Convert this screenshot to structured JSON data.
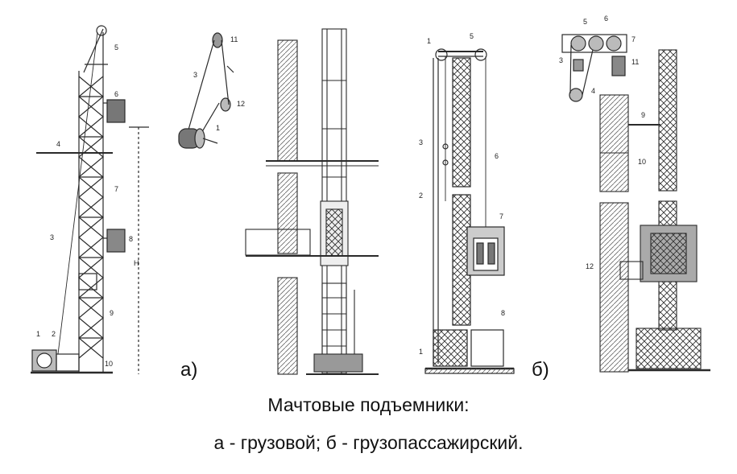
{
  "caption": {
    "line1": "Мачтовые подъемники:",
    "line2": "а - грузовой; б - грузопассажирский."
  },
  "panels": {
    "a": {
      "label": "а)"
    },
    "b": {
      "label": "б)"
    }
  },
  "callouts": {
    "a_main": [
      "1",
      "2",
      "3",
      "4",
      "5",
      "6",
      "7",
      "8",
      "9",
      "10"
    ],
    "a_detail": [
      "1",
      "3",
      "11",
      "12"
    ],
    "b_main": [
      "1",
      "2",
      "3",
      "5",
      "6",
      "7",
      "8"
    ],
    "b_detail": [
      "3",
      "4",
      "5",
      "6",
      "7",
      "11"
    ],
    "b_side": [
      "9",
      "10",
      "12"
    ]
  },
  "dimension_label": "H",
  "colors": {
    "ink": "#2a2a2a",
    "hatch": "#555555",
    "paper": "#ffffff"
  }
}
